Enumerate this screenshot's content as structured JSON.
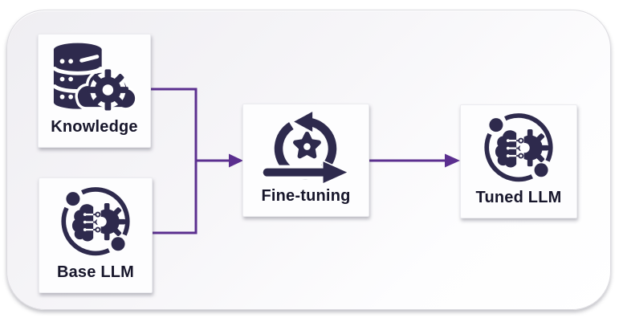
{
  "diagram": {
    "type": "flowchart",
    "nodes": [
      {
        "id": "knowledge",
        "label": "Knowledge",
        "icon": "database-gear-cloud-icon"
      },
      {
        "id": "base-llm",
        "label": "Base LLM",
        "icon": "brain-circuit-gear-icon"
      },
      {
        "id": "fine-tuning",
        "label": "Fine-tuning",
        "icon": "iteration-loop-gear-icon"
      },
      {
        "id": "tuned-llm",
        "label": "Tuned LLM",
        "icon": "brain-circuit-gear-icon"
      }
    ],
    "edges": [
      {
        "from": "knowledge",
        "to": "fine-tuning"
      },
      {
        "from": "base-llm",
        "to": "fine-tuning"
      },
      {
        "from": "fine-tuning",
        "to": "tuned-llm"
      }
    ],
    "colors": {
      "icon": "#2e2a4d",
      "label": "#17162b",
      "connector": "#5b2f8f",
      "node_background": "#fdfdfe",
      "panel_background": "#f3f2f5",
      "page_background": "#ffffff"
    }
  }
}
